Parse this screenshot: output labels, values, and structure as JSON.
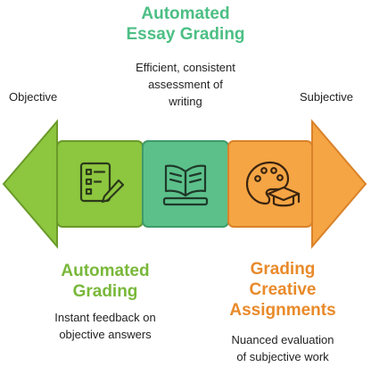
{
  "colors": {
    "green": "#8dc63f",
    "green_dark": "#6a9a2a",
    "teal": "#5cc08a",
    "teal_dark": "#3f9b6a",
    "orange": "#f5a544",
    "orange_dark": "#d9822a",
    "title_green": "#79b83a",
    "title_orange": "#e98a2a",
    "title_teal": "#4cbf84"
  },
  "top": {
    "title_line1": "Automated",
    "title_line2": "Essay Grading",
    "desc_line1": "Efficient, consistent",
    "desc_line2": "assessment of",
    "desc_line3": "writing"
  },
  "axis": {
    "left_label": "Objective",
    "right_label": "Subjective"
  },
  "left": {
    "title_line1": "Automated",
    "title_line2": "Grading",
    "desc_line1": "Instant feedback on",
    "desc_line2": "objective answers"
  },
  "right": {
    "title_line1": "Grading",
    "title_line2": "Creative",
    "title_line3": "Assignments",
    "desc_line1": "Nuanced evaluation",
    "desc_line2": "of subjective work"
  },
  "icons": {
    "left": "checklist-pencil-icon",
    "center": "open-book-icon",
    "right": "palette-graduation-cap-icon"
  }
}
